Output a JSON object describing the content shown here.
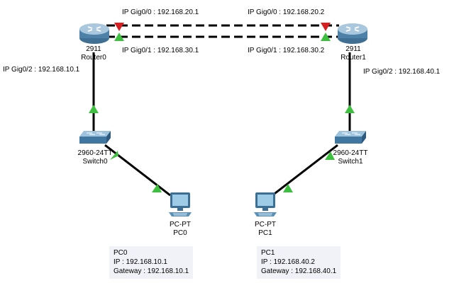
{
  "topology": {
    "routers": [
      {
        "model": "2911",
        "name": "Router0"
      },
      {
        "model": "2911",
        "name": "Router1"
      }
    ],
    "switches": [
      {
        "model": "2960-24TT",
        "name": "Switch0"
      },
      {
        "model": "2960-24TT",
        "name": "Switch1"
      }
    ],
    "pcs": [
      {
        "model": "PC-PT",
        "name": "PC0"
      },
      {
        "model": "PC-PT",
        "name": "PC1"
      }
    ],
    "interface_labels": {
      "r0_gig00": "IP Gig0/0 : 192.168.20.1",
      "r0_gig01": "IP Gig0/1 : 192.168.30.1",
      "r0_gig02": "IP Gig0/2 : 192.168.10.1",
      "r1_gig00": "IP Gig0/0 : 192.168.20.2",
      "r1_gig01": "IP Gig0/1 : 192.168.30.2",
      "r1_gig02": "IP Gig0/2 : 192.168.40.1"
    },
    "notes": [
      {
        "line1": "PC0",
        "line2": "IP : 192.168.10.1",
        "line3": "Gateway : 192.168.10.1"
      },
      {
        "line1": "PC1",
        "line2": "IP : 192.168.40.2",
        "line3": "Gateway : 192.168.40.1"
      }
    ],
    "link_status": {
      "gig00_link": "down",
      "gig01_link": "up",
      "router_switch_links": "up",
      "switch_pc_links": "up"
    }
  },
  "colors": {
    "link_up": "#3fbf3f",
    "link_down": "#d42020",
    "cable": "#000000",
    "router_body": "#5b8db0",
    "switch_body": "#4f87ad",
    "pc_screen": "#6aa7d0",
    "note_bg": "#f1f1f8"
  }
}
